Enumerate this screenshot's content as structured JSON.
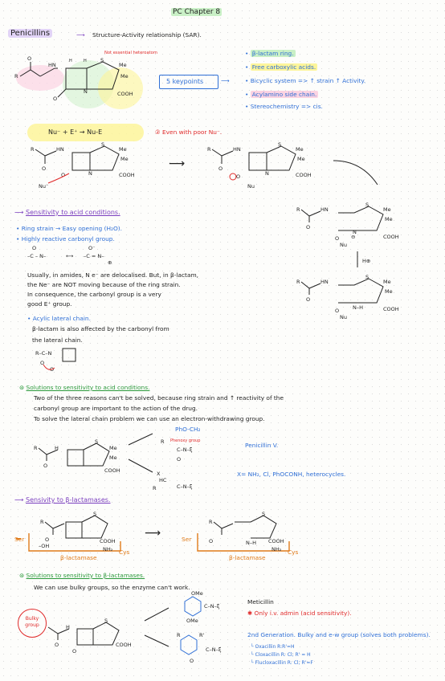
{
  "title": "PC Chapter 8",
  "penicillins_label": "Penicillins",
  "sar_label": "Structure-Activity relationship (SAR).",
  "not_essential_label": "Not essential heteroatom",
  "keypoints_label": "5 keypoints",
  "keypoints": [
    "β-lactam ring.",
    "Free carboxylic acids.",
    "Bicyclic system => ↑ strain ↑ Activity.",
    "Acylamino side chain.",
    "Stereochemistry => cis."
  ],
  "reaction_formula": "Nu⁻ + E⁺ → Nu-E",
  "even_poor_nu": "Even with poor Nu⁻.",
  "acid_section_title": "Sensitivity to acid conditions.",
  "ring_strain_line": "Ring strain → Easy opening (H₂O).",
  "reactive_carbonyl_line": "Highly reactive carbonyl group.",
  "amide_text": [
    "Usually, in amides, N e⁻ are delocalised. But, in β-lactam,",
    "the Ne⁻ are NOT moving because of the ring strain.",
    "In consequence, the carbonyl group is a very",
    "good E⁺ group."
  ],
  "acylic_title": "Acylic lateral chain.",
  "acylic_text": [
    "β-lactam is also affected by the carbonyl from",
    "the lateral chain."
  ],
  "solutions_acid_title": "Solutions to sensitivity to acid conditions.",
  "solutions_acid_text": [
    "Two of the three reasons can't be solved, because ring strain and ↑ reactivity of the",
    "carbonyl group are important to the action of the drug.",
    "To solve the lateral chain problem we can use an electron-withdrawing group."
  ],
  "electron_withdrawing_phrase": "use an electron-withdrawing group.",
  "pho_label": "PhO-CH₂",
  "phenoxy_label": "Phenoxy group",
  "penicillin_v": "Penicillin V.",
  "x_groups": "X= NH₂, Cl, PhOCONH, heterocycles.",
  "beta_lactamases_title": "Sensivity to β-lactamases.",
  "ser_label": "Ser",
  "cys_label": "Cys",
  "enzyme_label": "β-lactamase",
  "solutions_lact_title": "Solutions to sensitivity to β-lactamases.",
  "solutions_lact_text": "We can use bulky groups, so the enzyme can't work.",
  "bulky_group": "Bulky group",
  "methicillin": "Meticillin",
  "methicillin_note": "Only i.v. admin (acid sensitivity).",
  "second_gen": "2nd Generation. Bulky and e-w group (solves both problems).",
  "oxacillins": [
    "Oxacillin R:R'=H",
    "Cloxacillin R: Cl; R' = H",
    "Flucloxacillin R: Cl; R'=F"
  ],
  "colors": {
    "blue": "#2f6fd6",
    "purple": "#7b3fbf",
    "red": "#e02a2a",
    "orange": "#e07b1a",
    "green": "#2c9a3c"
  }
}
